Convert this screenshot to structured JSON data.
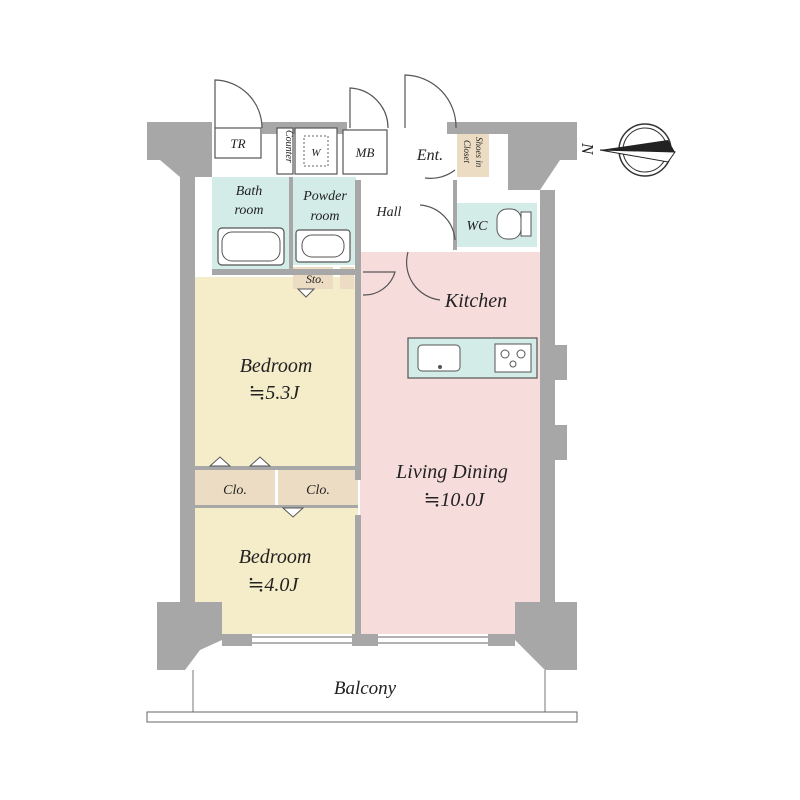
{
  "colors": {
    "wall": "#a7a7a7",
    "bedroom": "#f5edc9",
    "living": "#f7dcdc",
    "wet": "#d3ece7",
    "storage": "#ecdcc3",
    "hall": "#ffffff"
  },
  "compass": {
    "north_label": "N",
    "icon": "compass-icon"
  },
  "rooms": {
    "bedroom1": {
      "name": "Bedroom",
      "size": "≒5.3J"
    },
    "bedroom2": {
      "name": "Bedroom",
      "size": "≒4.0J"
    },
    "living": {
      "name": "Living Dining",
      "size": "≒10.0J"
    },
    "kitchen": {
      "name": "Kitchen"
    },
    "bath": {
      "line1": "Bath",
      "line2": "room"
    },
    "powder": {
      "line1": "Powder",
      "line2": "room"
    },
    "hall": {
      "name": "Hall"
    },
    "entrance": {
      "name": "Ent."
    },
    "wc": {
      "name": "WC"
    },
    "closet1": {
      "name": "Clo."
    },
    "closet2": {
      "name": "Clo."
    },
    "storage": {
      "name": "Sto."
    },
    "shoes": {
      "line1": "Shoes in",
      "line2": "Closet"
    },
    "tr": {
      "name": "TR"
    },
    "mb": {
      "name": "MB"
    },
    "counter": {
      "name": "Counter"
    },
    "washer": {
      "name": "W"
    },
    "balcony": {
      "name": "Balcony"
    }
  }
}
